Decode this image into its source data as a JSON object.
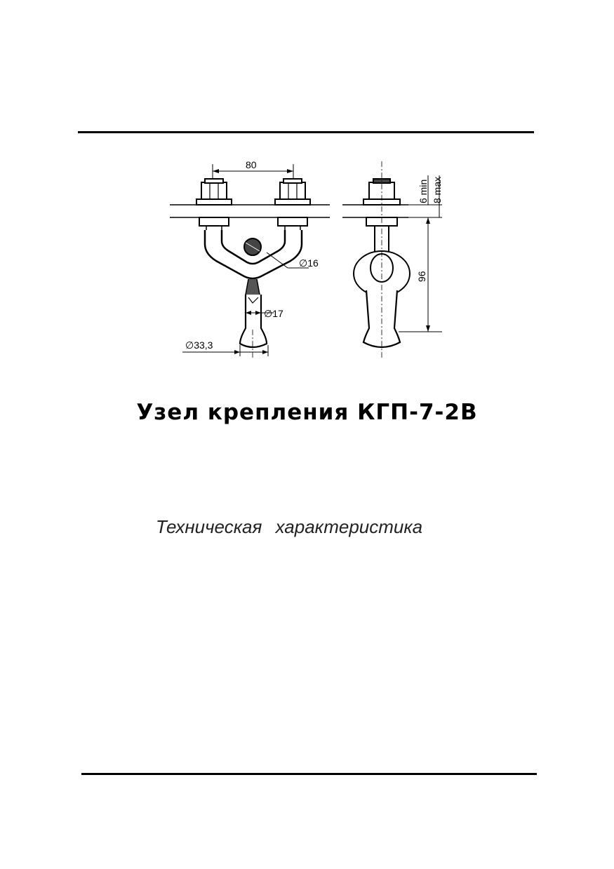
{
  "document": {
    "title": "Узел крепления КГП-7-2В",
    "section_heading": "Техническая   характеристика"
  },
  "drawing": {
    "dim_span": "80",
    "dim_wire_diameter": "∅16",
    "dim_shank_diameter": "∅17",
    "dim_head_diameter": "∅33,3",
    "dim_gap_min": "6 min",
    "dim_gap_max": "8 max",
    "dim_height": "96"
  }
}
